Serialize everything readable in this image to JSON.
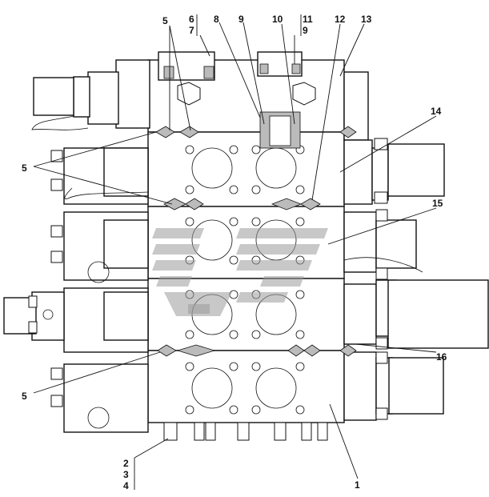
{
  "callouts": {
    "c5a": "5",
    "c6": "6",
    "c7": "7",
    "c8": "8",
    "c9": "9",
    "c10": "10",
    "c11": "11",
    "c9b": "9",
    "c12": "12",
    "c13": "13",
    "c14": "14",
    "c5b": "5",
    "c15": "15",
    "c16": "16",
    "c5c": "5",
    "c2": "2",
    "c3": "3",
    "c4": "4",
    "c1": "1"
  },
  "colors": {
    "line": "#111111",
    "watermark": "#9a9a9a",
    "background": "#ffffff"
  },
  "watermark": {
    "icon": "manufacturer-logo"
  }
}
